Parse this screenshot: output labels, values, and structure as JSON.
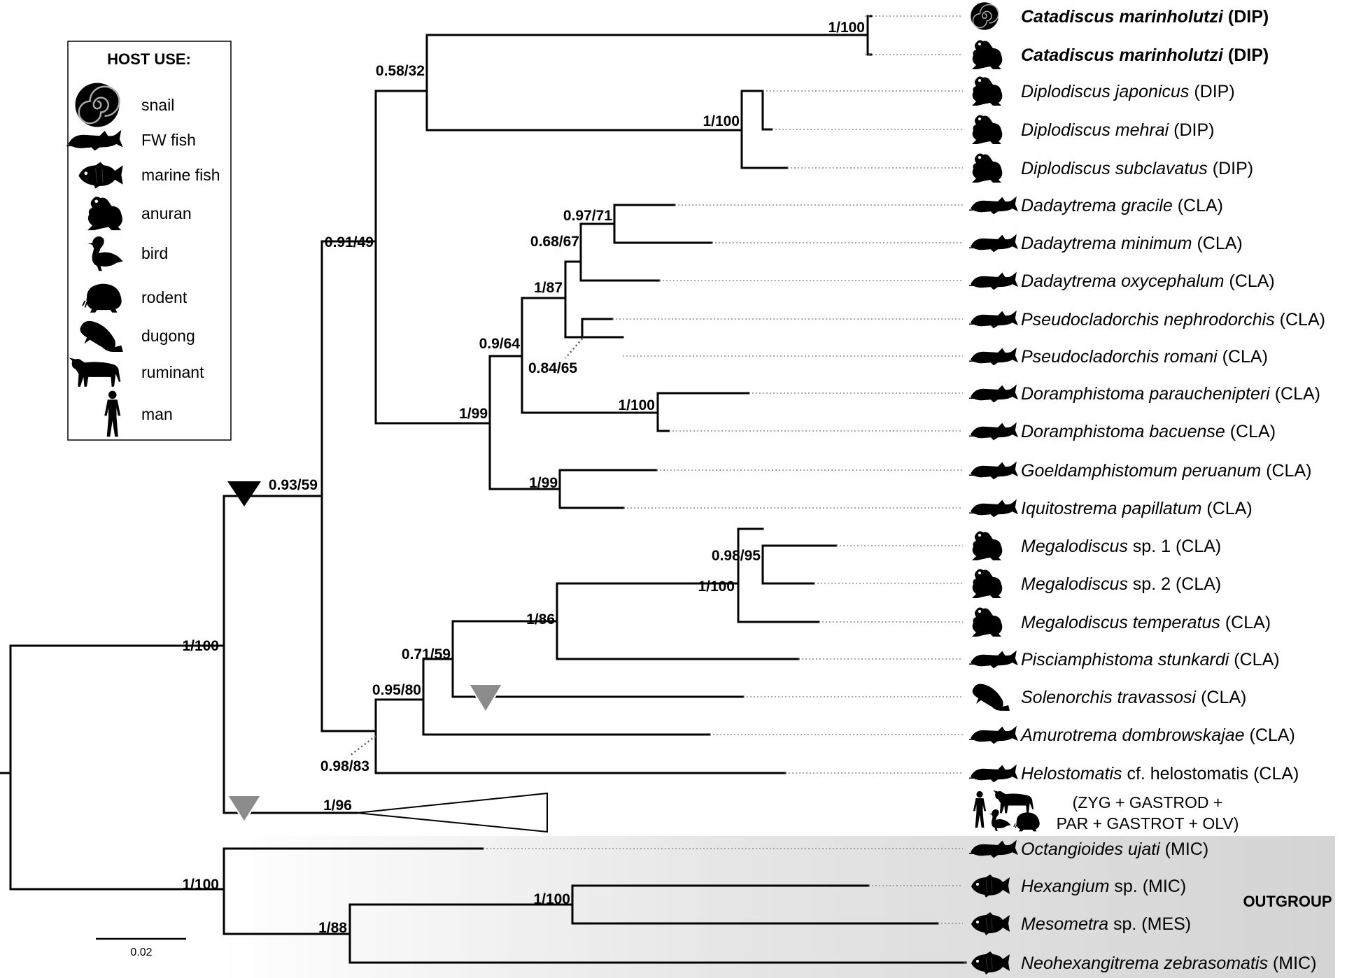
{
  "legend": {
    "title": "HOST USE:",
    "items": [
      {
        "icon": "snail",
        "label": "snail"
      },
      {
        "icon": "fw-fish",
        "label": "FW fish"
      },
      {
        "icon": "marine-fish",
        "label": "marine fish"
      },
      {
        "icon": "anuran",
        "label": "anuran"
      },
      {
        "icon": "bird",
        "label": "bird"
      },
      {
        "icon": "rodent",
        "label": "rodent"
      },
      {
        "icon": "dugong",
        "label": "dugong"
      },
      {
        "icon": "ruminant",
        "label": "ruminant"
      },
      {
        "icon": "man",
        "label": "man"
      }
    ]
  },
  "support": {
    "n_catadiscus": "1/100",
    "n_dip_clade": "0.58/32",
    "n_diplodiscus": "1/100",
    "n_dip_cla": "0.91/49",
    "n_dad_go": "0.93/59",
    "n_root_in": "1/100",
    "n_cla_upper": "1/99",
    "n_cla_a": "0.9/64",
    "n_cla_b": "1/87",
    "n_cla_c": "0.68/67",
    "n_dady_gm": "0.97/71",
    "n_pseudo": "0.84/65",
    "n_doram": "1/100",
    "n_goeld": "1/99",
    "n_cla_lower": "0.98/83",
    "n_cla_d": "0.95/80",
    "n_cla_e": "0.71/59",
    "n_cla_f": "1/86",
    "n_megalo": "1/100",
    "n_megalo12": "0.98/95",
    "n_collapsed": "1/96",
    "n_outgroup": "1/100",
    "n_og_sub": "1/88",
    "n_hexmeso": "1/100"
  },
  "taxa": [
    {
      "genus": "Catadiscus marinholutzi",
      "rest": " (DIP)",
      "icon": "snail",
      "bold": true
    },
    {
      "genus": "Catadiscus marinholutzi",
      "rest": " (DIP)",
      "icon": "anuran",
      "bold": true
    },
    {
      "genus": "Diplodiscus japonicus",
      "rest": " (DIP)",
      "icon": "anuran"
    },
    {
      "genus": "Diplodiscus mehrai",
      "rest": " (DIP)",
      "icon": "anuran"
    },
    {
      "genus": "Diplodiscus subclavatus",
      "rest": " (DIP)",
      "icon": "anuran"
    },
    {
      "genus": "Dadaytrema gracile",
      "rest": " (CLA)",
      "icon": "fw-fish"
    },
    {
      "genus": "Dadaytrema minimum",
      "rest": " (CLA)",
      "icon": "fw-fish"
    },
    {
      "genus": "Dadaytrema oxycephalum",
      "rest": " (CLA)",
      "icon": "fw-fish"
    },
    {
      "genus": "Pseudocladorchis nephrodorchis",
      "rest": " (CLA)",
      "icon": "fw-fish"
    },
    {
      "genus": "Pseudocladorchis romani",
      "rest": " (CLA)",
      "icon": "fw-fish"
    },
    {
      "genus": "Doramphistoma parauchenipteri",
      "rest": " (CLA)",
      "icon": "fw-fish"
    },
    {
      "genus": "Doramphistoma bacuense",
      "rest": " (CLA)",
      "icon": "fw-fish"
    },
    {
      "genus": "Goeldamphistomum peruanum",
      "rest": " (CLA)",
      "icon": "fw-fish"
    },
    {
      "genus": "Iquitostrema papillatum",
      "rest": " (CLA)",
      "icon": "fw-fish"
    },
    {
      "genus": "Megalodiscus",
      "rest": " sp. 1 (CLA)",
      "icon": "anuran"
    },
    {
      "genus": "Megalodiscus",
      "rest": " sp. 2 (CLA)",
      "icon": "anuran"
    },
    {
      "genus": "Megalodiscus temperatus",
      "rest": " (CLA)",
      "icon": "anuran"
    },
    {
      "genus": "Pisciamphistoma stunkardi",
      "rest": " (CLA)",
      "icon": "fw-fish"
    },
    {
      "genus": "Solenorchis travassosi",
      "rest": " (CLA)",
      "icon": "dugong"
    },
    {
      "genus": "Amurotrema dombrowskajae",
      "rest": " (CLA)",
      "icon": "fw-fish"
    },
    {
      "genus": "Helostomatis",
      "rest": " cf. helostomatis (CLA)",
      "icon": "fw-fish"
    },
    {
      "genus": "Octangioides ujati",
      "rest": " (MIC)",
      "icon": "fw-fish"
    },
    {
      "genus": "Hexangium",
      "rest": " sp. (MIC)",
      "icon": "marine-fish"
    },
    {
      "genus": "Mesometra",
      "rest": " sp. (MES)",
      "icon": "marine-fish"
    },
    {
      "genus": "Neohexangitrema zebrasomatis",
      "rest": " (MIC)",
      "icon": "marine-fish"
    }
  ],
  "collapsed": {
    "line1": "(ZYG + GASTROD +",
    "line2": "PAR + GASTROT + OLV)",
    "icons": [
      "man",
      "ruminant",
      "bird",
      "rodent"
    ]
  },
  "outgroup_label": "OUTGROUP",
  "scale_label": "0.02",
  "colors": {
    "outgroup_shade": "#dcdcdc",
    "grey_marker": "#8c8c8c",
    "black_marker": "#000000"
  }
}
